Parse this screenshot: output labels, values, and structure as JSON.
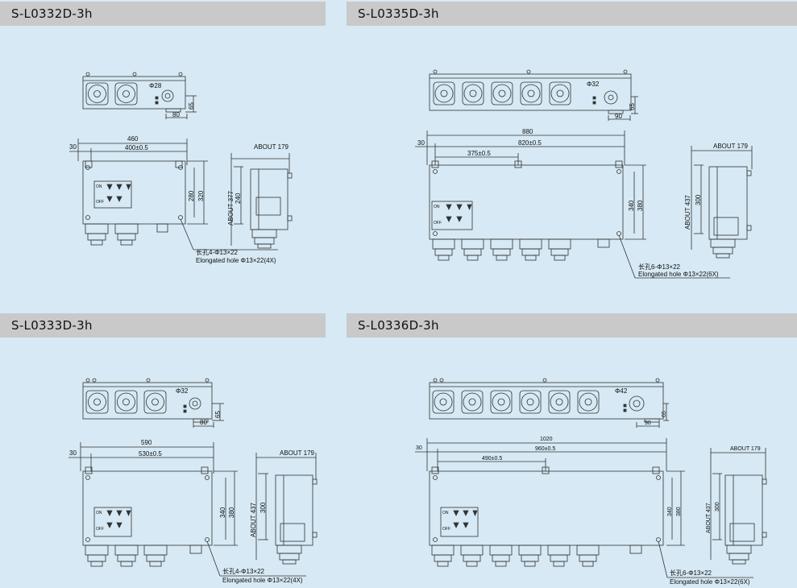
{
  "panels": [
    {
      "title": "S-L0332D-3h",
      "sockets": 2,
      "side_dia": "Φ28",
      "dims": {
        "dim_65": "65",
        "dim_80": "80",
        "overall": "460",
        "hole_spacing": "400±0.5",
        "edge": "30",
        "inner_h": "280",
        "outer_h": "320",
        "about_depth": "ABOUT 179",
        "about_h": "ABOUT 377",
        "side_h": "240"
      },
      "hole_cn": "长孔4-Φ13×22",
      "hole_en": "Elongated hole Φ13×22(4X)"
    },
    {
      "title": "S-L0335D-3h",
      "sockets": 5,
      "side_dia": "Φ32",
      "dims": {
        "dim_65": "65",
        "dim_80": "90",
        "overall": "880",
        "hole_spacing": "820±0.5",
        "mid_spacing": "375±0.5",
        "edge": "30",
        "inner_h": "340",
        "outer_h": "380",
        "about_depth": "ABOUT 179",
        "about_h": "ABOUT 437",
        "side_h": "300"
      },
      "hole_cn": "长孔6-Φ13×22",
      "hole_en": "Elongated hole Φ13×22(6X)"
    },
    {
      "title": "S-L0333D-3h",
      "sockets": 3,
      "side_dia": "Φ32",
      "dims": {
        "dim_65": "65",
        "dim_80": "80",
        "overall": "590",
        "hole_spacing": "530±0.5",
        "edge": "30",
        "inner_h": "340",
        "outer_h": "380",
        "about_depth": "ABOUT 179",
        "about_h": "ABOUT 437",
        "side_h": "300"
      },
      "hole_cn": "长孔4-Φ13×22",
      "hole_en": "Elongated hole Φ13×22(4X)"
    },
    {
      "title": "S-L0336D-3h",
      "sockets": 6,
      "side_dia": "Φ42",
      "dims": {
        "dim_65": "65",
        "dim_80": "90",
        "overall": "1020",
        "hole_spacing": "960±0.5",
        "mid_spacing": "490±0.5",
        "edge": "30",
        "inner_h": "340",
        "outer_h": "380",
        "about_depth": "ABOUT 179",
        "about_h": "ABOUT 437",
        "side_h": "300"
      },
      "hole_cn": "长孔6-Φ13×22",
      "hole_en": "Elongated hole Φ13×22(6X)"
    }
  ],
  "switch_labels": {
    "on": "ON",
    "off": "OFF"
  },
  "colors": {
    "background": "#d6e9f4",
    "header": "#c9c9c9",
    "line": "#333333"
  }
}
